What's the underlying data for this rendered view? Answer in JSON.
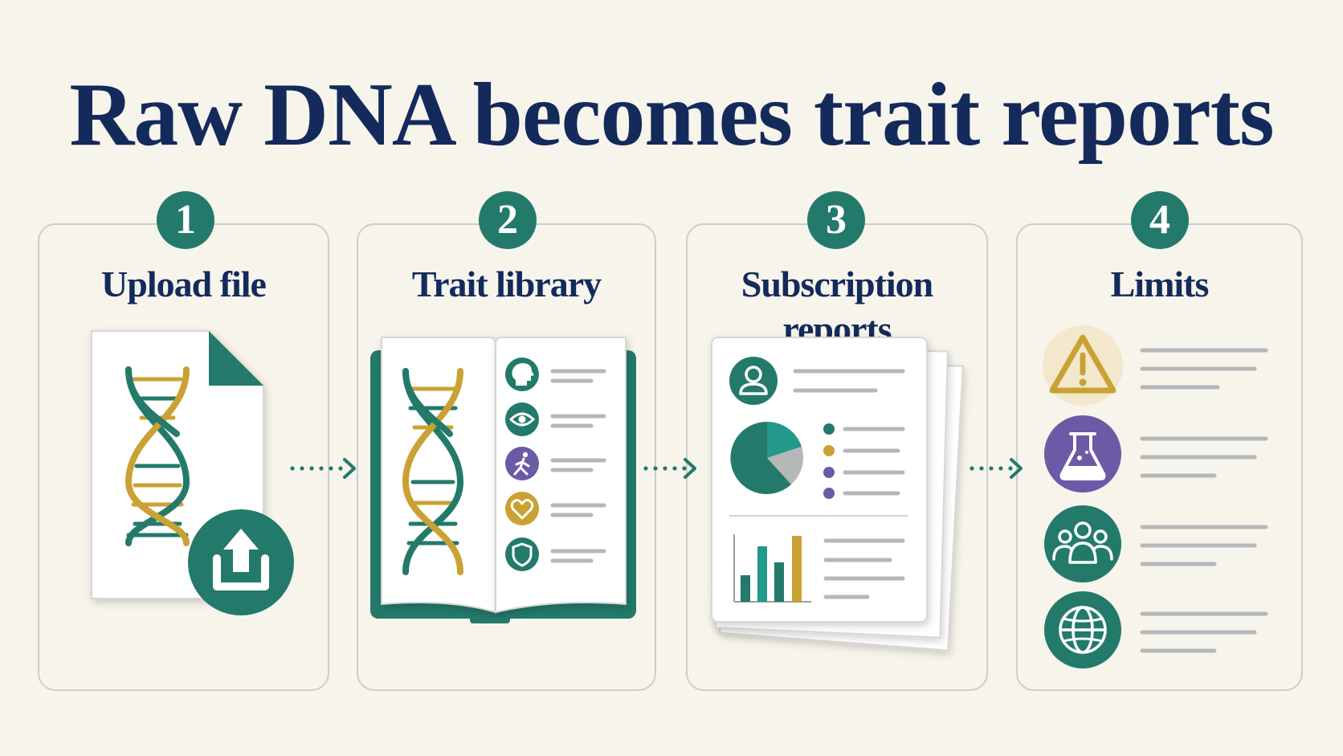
{
  "title": "Raw DNA becomes trait reports",
  "colors": {
    "navy": "#132a5b",
    "teal": "#237a6a",
    "gold": "#c9a233",
    "purple": "#6b5aa6",
    "gray": "#b4b8b8",
    "background": "#f7f4ec"
  },
  "steps": [
    {
      "number": "1",
      "label": "Upload file",
      "icons": [
        "dna-icon",
        "upload-icon"
      ]
    },
    {
      "number": "2",
      "label": "Trait library",
      "icons": [
        "dna-icon",
        "head-profile-icon",
        "eye-icon",
        "running-person-icon",
        "heart-icon",
        "shield-icon"
      ]
    },
    {
      "number": "3",
      "label": "Subscription reports",
      "icons": [
        "user-icon",
        "pie-chart-icon",
        "bar-chart-icon"
      ]
    },
    {
      "number": "4",
      "label": "Limits",
      "icons": [
        "warning-icon",
        "flask-icon",
        "group-icon",
        "globe-icon"
      ]
    }
  ]
}
